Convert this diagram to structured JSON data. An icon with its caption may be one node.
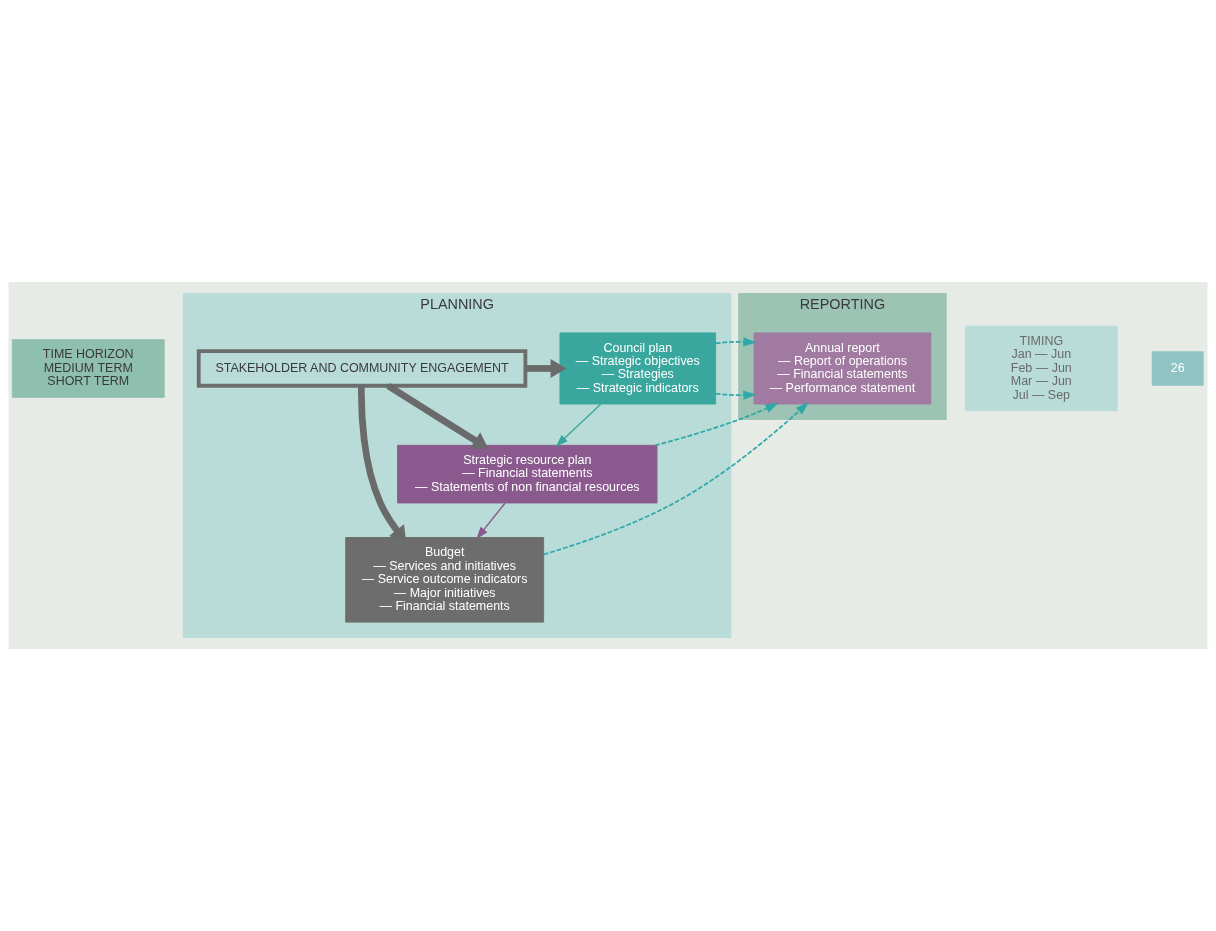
{
  "diagram": {
    "nodes": [
      {
        "text": [
          "TIME HORIZON",
          "MEDIUM TERM",
          "SHORT TERM"
        ]
      },
      {
        "text": [
          "PLANNING"
        ]
      },
      {
        "text": [
          "Council plan",
          "— Strategic objectives",
          "— Strategies",
          "— Strategic indicators"
        ],
        "in": 1
      },
      {
        "text": [
          "Strategic resource plan",
          "— Financial statements",
          "— Statements of non financial resources"
        ],
        "in": 1
      },
      {
        "text": [
          "Budget",
          "— Services and initiatives",
          "— Service outcome indicators",
          "— Major initiatives",
          "— Financial statements"
        ],
        "in": 1
      },
      {
        "text": [
          "STAKEHOLDER AND COMMUNITY ENGAGEMENT"
        ],
        "in": 1
      },
      {
        "text": [
          "REPORTING"
        ]
      },
      {
        "text": [
          "Annual report",
          "— Report of operations",
          "— Financial statements",
          "— Performance statement"
        ],
        "in": 6
      },
      {
        "text": [
          "TIMING",
          "Jan — Jun",
          "Feb — Jun",
          "Mar — Jun",
          "Jul — Sep"
        ]
      }
    ],
    "edges": [
      {
        "from": 2,
        "to": 3,
        "arrow": "to",
        "color": "#3aa79e"
      },
      {
        "from": 3,
        "to": 4,
        "arrow": "to",
        "color": "#8a5a8e"
      },
      {
        "from": 5,
        "to": 2,
        "arrow": "to",
        "style": "thick",
        "color": "#6a6a6a"
      },
      {
        "from": 5,
        "to": 3,
        "arrow": "to",
        "style": "thick",
        "color": "#6a6a6a"
      },
      {
        "from": 5,
        "to": 4,
        "arrow": "to",
        "style": "thick",
        "color": "#6a6a6a"
      },
      {
        "from": 2,
        "to": 7,
        "arrow": "to",
        "style": "dashed",
        "color": "#2fa8a8"
      },
      {
        "from": 3,
        "to": 7,
        "arrow": "to",
        "style": "dashed",
        "color": "#2fa8a8"
      },
      {
        "from": 4,
        "to": 7,
        "arrow": "to",
        "style": "dashed",
        "color": "#2fa8a8"
      }
    ],
    "labels": [
      "26"
    ]
  }
}
